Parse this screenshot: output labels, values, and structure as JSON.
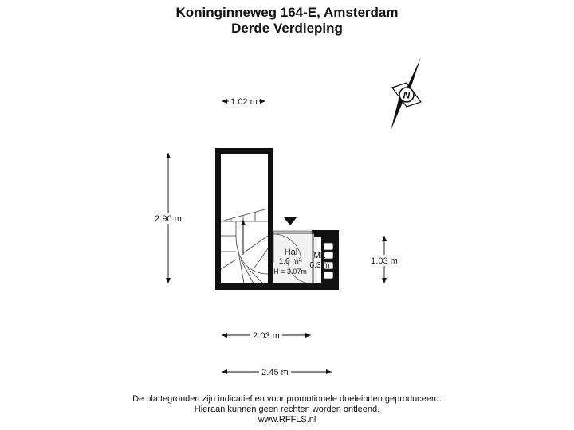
{
  "header": {
    "title": "Koninginneweg 164-E, Amsterdam",
    "subtitle": "Derde Verdieping"
  },
  "compass": {
    "letter": "N"
  },
  "dimensions": {
    "top_width": "1.02 m",
    "left_height": "2.90 m",
    "right_height": "1.03 m",
    "bottom_inner": "2.03 m",
    "bottom_outer": "2.45 m"
  },
  "rooms": {
    "hal": {
      "name": "Hal",
      "area": "1.0 m²",
      "height": "H = 3.07m"
    },
    "mk": {
      "name": "MK",
      "area": "0.3 m"
    }
  },
  "footer": {
    "line1": "De plattegronden zijn indicatief en voor promotionele doeleinden geproduceerd.",
    "line2": "Hieraan kunnen geen rechten worden ontleend.",
    "line3": "www.RFFLS.nl"
  }
}
